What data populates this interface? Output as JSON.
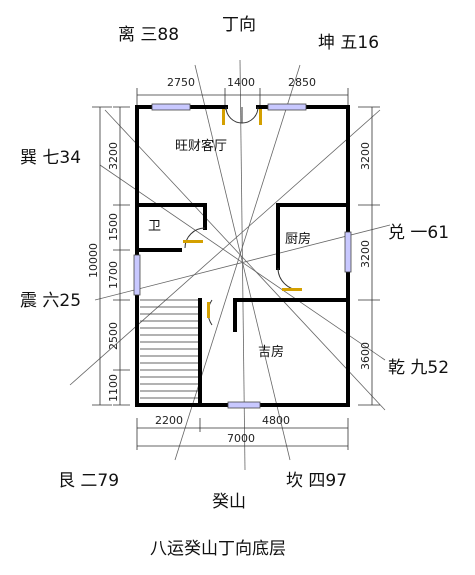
{
  "title": "八运癸山丁向底层",
  "directions": {
    "south_top": "丁向",
    "north_bottom": "癸山",
    "li": "离 三88",
    "kun": "坤 五16",
    "xun": "巽 七34",
    "dui": "兑 一61",
    "zhen": "震 六25",
    "qian": "乾 九52",
    "gen": "艮 二79",
    "kan": "坎 四97"
  },
  "rooms": {
    "living": "旺财客厅",
    "bath": "卫",
    "kitchen": "厨房",
    "bedroom": "吉房"
  },
  "dimensions": {
    "top": [
      "2750",
      "1400",
      "2850"
    ],
    "bottom": [
      "2200",
      "4800"
    ],
    "bottom_total": "7000",
    "left": [
      "3200",
      "1500",
      "1700",
      "2500",
      "1100"
    ],
    "left_total": "10000",
    "right": [
      "3200",
      "3200",
      "3600"
    ]
  },
  "colors": {
    "wall": "#000000",
    "window": "#c8c8ff",
    "door": "#d4a000",
    "line": "#555555"
  }
}
